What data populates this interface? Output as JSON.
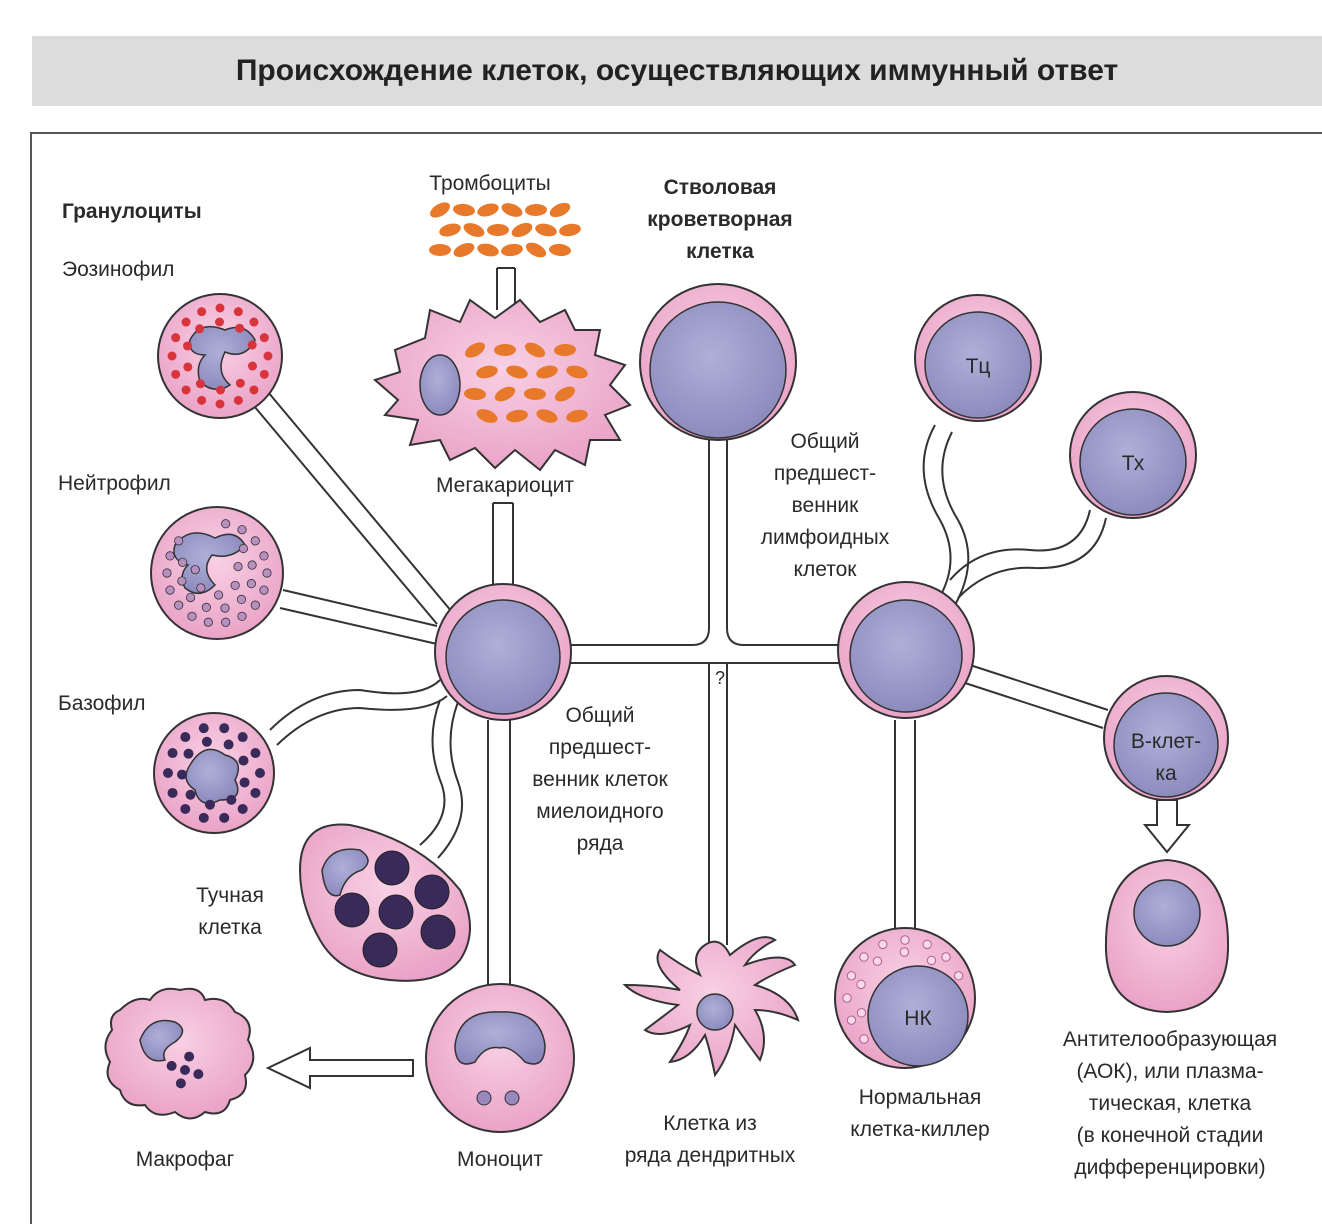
{
  "title": "Происхождение клеток, осуществляющих иммунный ответ",
  "labels": {
    "granulocytes": "Гранулоциты",
    "eosinophil": "Эозинофил",
    "neutrophil": "Нейтрофил",
    "basophil": "Базофил",
    "mast_cell": [
      "Тучная",
      "клетка"
    ],
    "thrombocytes": "Тромбоциты",
    "megakaryocyte": "Мегакариоцит",
    "stem_cell": [
      "Стволовая",
      "кроветворная",
      "клетка"
    ],
    "lymphoid_progenitor": [
      "Общий",
      "предшест-",
      "венник",
      "лимфоидных",
      "клеток"
    ],
    "myeloid_progenitor": [
      "Общий",
      "предшест-",
      "венник клеток",
      "миелоидного",
      "ряда"
    ],
    "question_mark": "?",
    "macrophage": "Макрофаг",
    "monocyte": "Моноцит",
    "dendritic": [
      "Клетка из",
      "ряда дендритных"
    ],
    "nk_label": [
      "Нормальная",
      "клетка-киллер"
    ],
    "plasma_cell": [
      "Антителообразующая",
      "(АОК), или плазма-",
      "тическая, клетка",
      "(в конечной стадии",
      "дифференцировки)"
    ]
  },
  "cell_tags": {
    "tc": "Тц",
    "th": "Тх",
    "b_cell": [
      "В-клет-",
      "ка"
    ],
    "nk": "НК"
  },
  "colors": {
    "cytoplasm": "#f2b8d6",
    "nucleus": "#9a9ac8",
    "outline": "#333333",
    "granule_red": "#d8343c",
    "granule_purple": "#8a6a9c",
    "granule_dark": "#3a2a5a",
    "platelet": "#e8782a",
    "title_bg": "#dcdcdc"
  }
}
